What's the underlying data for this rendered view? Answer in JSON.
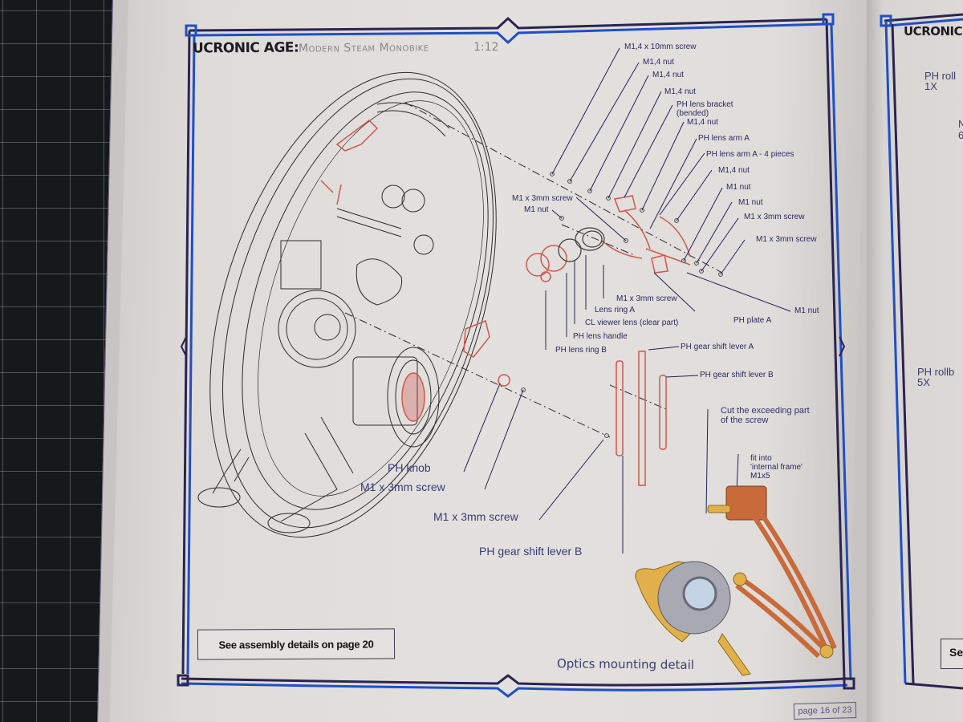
{
  "document": {
    "brand": "UCRONIC AGE",
    "brand_colon": ":",
    "subtitle": "Modern Steam Monobike",
    "scale": "1:12",
    "callouts_top": [
      "M1,4 x 10mm screw",
      "M1,4 nut",
      "M1,4 nut",
      "M1,4 nut",
      "PH lens bracket",
      "(bended)",
      "M1,4 nut",
      "PH lens arm A",
      "PH lens arm A - 4 pieces",
      "M1,4 nut",
      "M1 nut",
      "M1 nut",
      "M1 x 3mm screw",
      "M1 x 3mm screw"
    ],
    "callouts_left": [
      "M1 x 3mm screw",
      "M1 nut"
    ],
    "callouts_bottom": [
      "M1 x 3mm screw",
      "Lens ring A",
      "CL viewer lens (clear part)",
      "PH lens handle",
      "PH lens ring B",
      "PH plate A",
      "M1 nut"
    ],
    "callouts_levers": [
      "PH gear shift lever A",
      "PH gear shift lever B"
    ],
    "callouts_large": [
      "PH knob",
      "M1 x 3mm screw",
      "M1 x 3mm screw",
      "PH gear shift lever B"
    ],
    "detail_notes": {
      "cut_line1": "Cut the exceeding part",
      "cut_line2": "of the screw",
      "fit_line1": "fit into",
      "fit_line2": "'internal frame'",
      "fit_line3": "M1x5"
    },
    "note_box": "See assembly details on page 20",
    "detail_caption": "Optics mounting detail",
    "page_number": {
      "prefix": "page",
      "current": "16",
      "of": "of",
      "total": "23"
    }
  },
  "next_page": {
    "brand": "UCRONIC",
    "texts": [
      "PH roll",
      "1X",
      "N",
      "6",
      "PH rollb",
      "5X"
    ],
    "box_text": "Se"
  },
  "colors": {
    "frame_blue": "#1f4fc4",
    "frame_dark": "#2b2450",
    "label_ink": "#2a2a5e",
    "part_highlight": "#d0584c",
    "detail_copper": "#c86a3a",
    "detail_gold": "#e2b04a"
  }
}
